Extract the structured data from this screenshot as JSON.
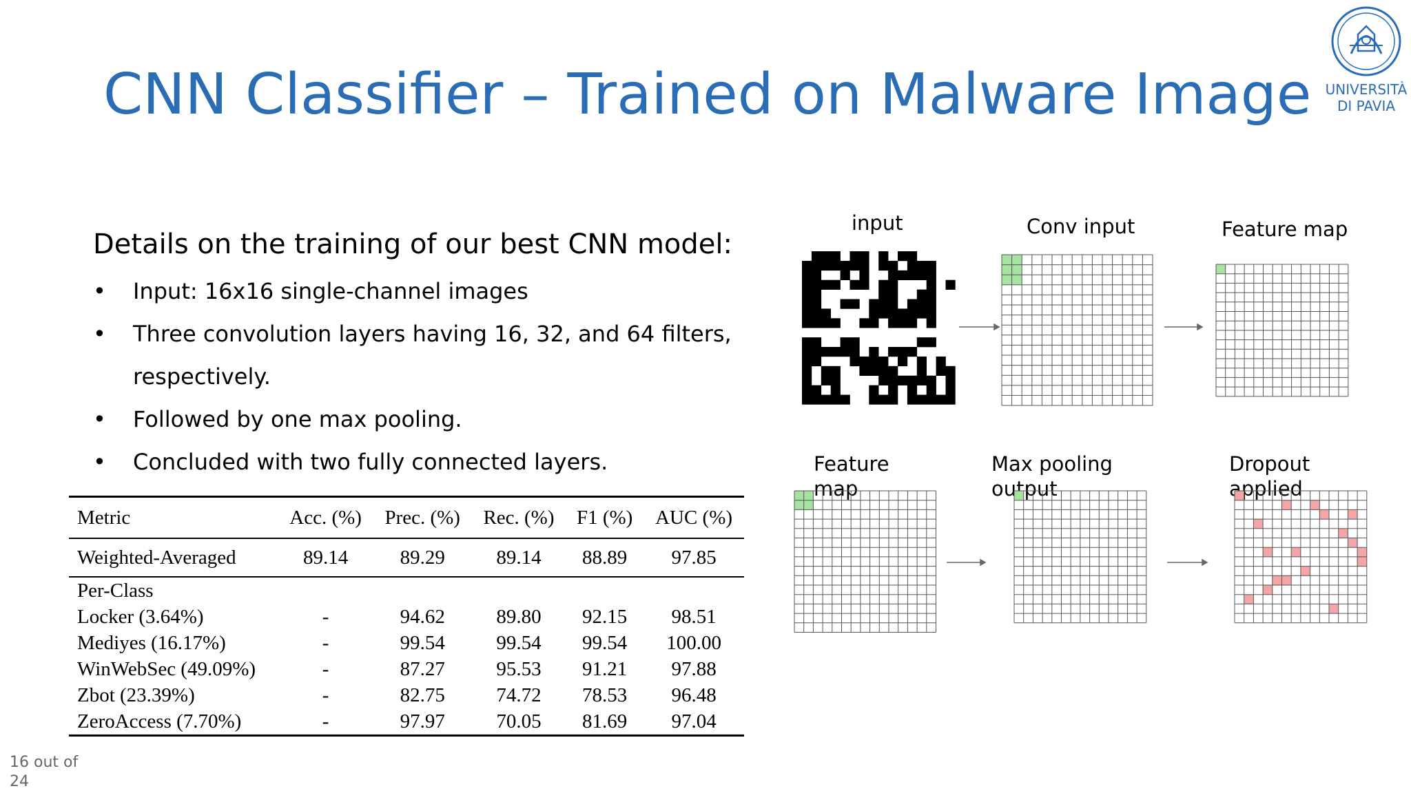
{
  "title": "CNN Classifier – Trained on Malware Image",
  "logo": {
    "label_line1": "UNIVERSITÀ",
    "label_line2": "DI PAVIA"
  },
  "intro": "Details on the training of our best CNN model:",
  "bullets": [
    "Input: 16x16 single-channel images",
    "Three convolution layers having 16, 32, and 64 filters,",
    "respectively.",
    "Followed by one max pooling.",
    "Concluded with two fully connected layers."
  ],
  "table": {
    "headers": [
      "Metric",
      "Acc. (%)",
      "Prec. (%)",
      "Rec. (%)",
      "F1 (%)",
      "AUC (%)"
    ],
    "weighted": {
      "label": "Weighted-Averaged",
      "values": [
        "89.14",
        "89.29",
        "89.14",
        "88.89",
        "97.85"
      ]
    },
    "per_class_heading": "Per-Class",
    "rows": [
      {
        "label": "Locker (3.64%)",
        "values": [
          "-",
          "94.62",
          "89.80",
          "92.15",
          "98.51"
        ]
      },
      {
        "label": "Mediyes (16.17%)",
        "values": [
          "-",
          "99.54",
          "99.54",
          "99.54",
          "100.00"
        ]
      },
      {
        "label": "WinWebSec (49.09%)",
        "values": [
          "-",
          "87.27",
          "95.53",
          "91.21",
          "97.88"
        ]
      },
      {
        "label": "Zbot (23.39%)",
        "values": [
          "-",
          "82.75",
          "74.72",
          "78.53",
          "96.48"
        ]
      },
      {
        "label": "ZeroAccess (7.70%)",
        "values": [
          "-",
          "97.97",
          "70.05",
          "81.69",
          "97.04"
        ]
      }
    ]
  },
  "diagram": {
    "labels": {
      "input": "input",
      "conv": "Conv input",
      "feature_top": "Feature map",
      "feature_bottom_1": "Feature",
      "feature_bottom_2": "map",
      "maxpool_1": "Max pooling",
      "maxpool_2": "output",
      "dropout_1": "Dropout",
      "dropout_2": "applied"
    },
    "colors": {
      "highlight": "#a6e3a1",
      "dropout": "#f4a5a5",
      "grid": "#555555",
      "pixel": "#000000"
    }
  },
  "page_number": {
    "line1": "16 out of",
    "line2": "24"
  }
}
